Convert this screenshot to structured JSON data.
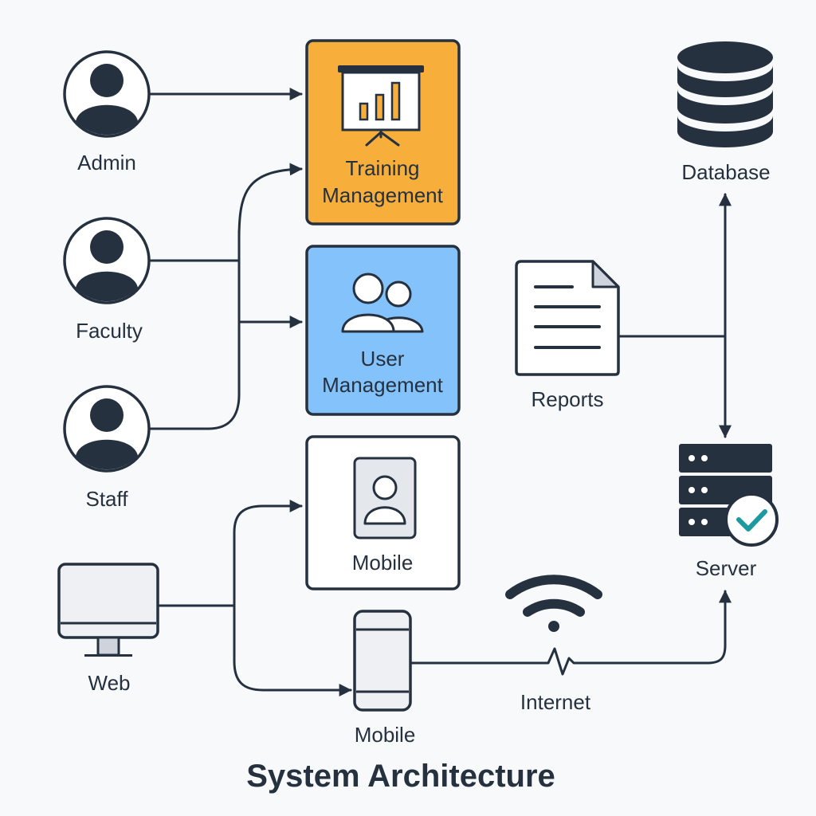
{
  "title": "System Architecture",
  "actors": {
    "admin": "Admin",
    "faculty": "Faculty",
    "staff": "Staff"
  },
  "modules": {
    "training": {
      "line1": "Training",
      "line2": "Management"
    },
    "user": {
      "line1": "User",
      "line2": "Management"
    },
    "mobile": "Mobile"
  },
  "clients": {
    "web": "Web",
    "mobile": "Mobile"
  },
  "backend": {
    "database": "Database",
    "reports": "Reports",
    "server": "Server",
    "internet": "Internet"
  },
  "colors": {
    "ink": "#263140",
    "training_fill": "#f7ae3b",
    "user_fill": "#84c2fb",
    "check": "#1c9aa0"
  },
  "icons": [
    "user-avatar-icon",
    "presentation-chart-icon",
    "users-group-icon",
    "profile-card-icon",
    "database-icon",
    "document-icon",
    "server-icon",
    "check-icon",
    "monitor-icon",
    "smartphone-icon",
    "wifi-icon"
  ]
}
